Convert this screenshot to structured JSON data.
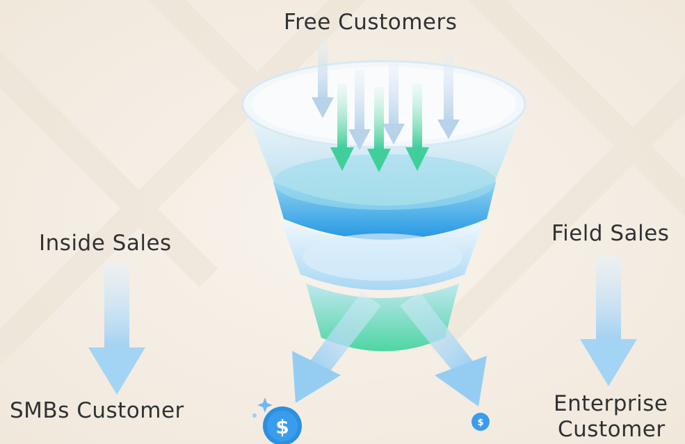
{
  "diagram": {
    "top_label": "Free Customers",
    "left_label": "Inside Sales",
    "right_label": "Field Sales",
    "bottom_left_label": "SMBs Customer",
    "bottom_right_label_line1": "Enterprise",
    "bottom_right_label_line2": "Customer"
  },
  "icons": {
    "coin_symbol": "$",
    "coin_large": "dollar-coin-icon",
    "coin_small": "dollar-coin-icon"
  },
  "colors": {
    "background": "#f6f0e8",
    "text": "#2f3133",
    "funnel_top": "#dff0fb",
    "funnel_mid_blue": "#3aa6e6",
    "funnel_green": "#57d6a6",
    "arrow_light": "#b8dcf5",
    "arrow_green": "#40cf9b",
    "coin_blue": "#2c8fe0"
  }
}
